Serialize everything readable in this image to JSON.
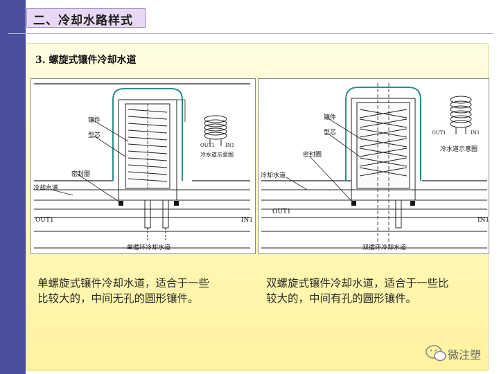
{
  "header": {
    "title": "二、冷却水路样式"
  },
  "section": {
    "title": "3. 螺旋式镶件冷却水道"
  },
  "diagram_left": {
    "label_insert": "镶件",
    "label_core": "型芯",
    "label_seal": "密封圈",
    "label_channel": "冷却水道",
    "label_out": "OUT1",
    "label_in": "IN1",
    "caption": "单循环冷却水道",
    "coil_out": "OUT1",
    "coil_in": "IN1",
    "coil_caption": "冷水道示意图"
  },
  "diagram_right": {
    "label_insert": "镶件",
    "label_core": "型芯",
    "label_seal": "密封圈",
    "label_channel": "冷却水道",
    "label_out": "OUT1",
    "label_in": "IN1",
    "caption": "双循环冷却水道",
    "coil_out": "OUT1",
    "coil_in": "IN1",
    "coil_caption": "冷水道示意图"
  },
  "desc_left": {
    "line1": "单螺旋式镶件冷却水道，适合于一些",
    "line2": "比较大的，中间无孔的圆形镶件。"
  },
  "desc_right": {
    "line1": "双螺旋式镶件冷却水道，适合于一些比",
    "line2": "较大的，中间有孔的圆形镶件。"
  },
  "watermark": {
    "text": "微注塑"
  },
  "colors": {
    "sidebar": "#4a4fa0",
    "title_box": "#e8d8f6",
    "panel": "#fff8b8",
    "mold_outline": "#2e8c8c"
  }
}
